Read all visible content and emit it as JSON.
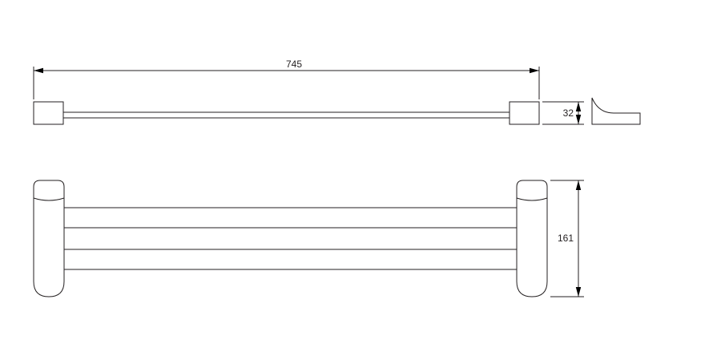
{
  "drawing": {
    "type": "technical-dimension-drawing",
    "subject": "double towel rail front view, top view and side profile",
    "line_color": "#231f20",
    "labels": {
      "width": "745",
      "profile_height": "32",
      "overall_height": "161"
    }
  }
}
